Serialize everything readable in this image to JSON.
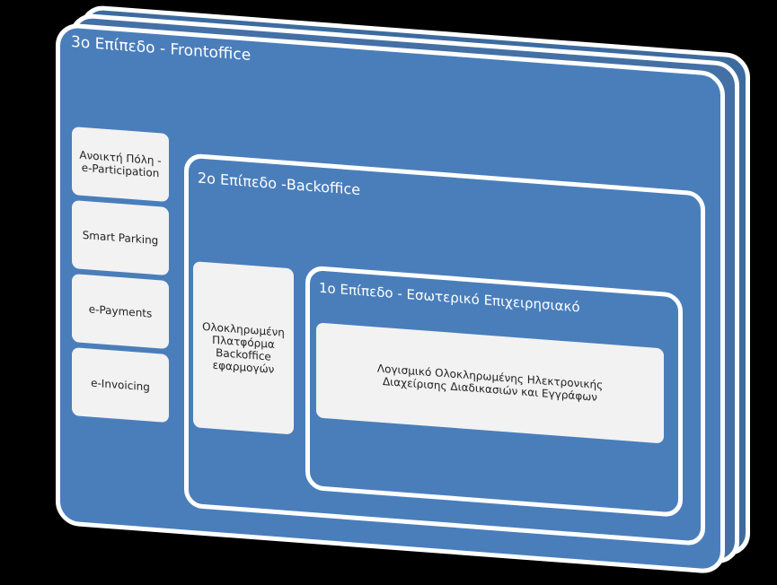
{
  "diagram": {
    "level3": {
      "title": "3ο Επίπεδο - Frontoffice",
      "items": [
        "Ανοικτή Πόλη - e-Participation",
        "Smart Parking",
        "e-Payments",
        "e-Invoicing"
      ]
    },
    "level2": {
      "title": "2ο Επίπεδο -Backoffice",
      "platform": "Ολοκληρωμένη Πλατφόρμα Backoffice εφαρμογών"
    },
    "level1": {
      "title": "1ο Επίπεδο - Εσωτερικό Επιχειρησιακό",
      "software": "Λογισμικό Ολοκληρωμένης Ηλεκτρονικής Διαχείρισης Διαδικασιών και Εγγράφων"
    }
  },
  "colors": {
    "background": "#000000",
    "panel": "#4a7ebb",
    "border": "#ffffff",
    "box": "#f2f2f2"
  }
}
